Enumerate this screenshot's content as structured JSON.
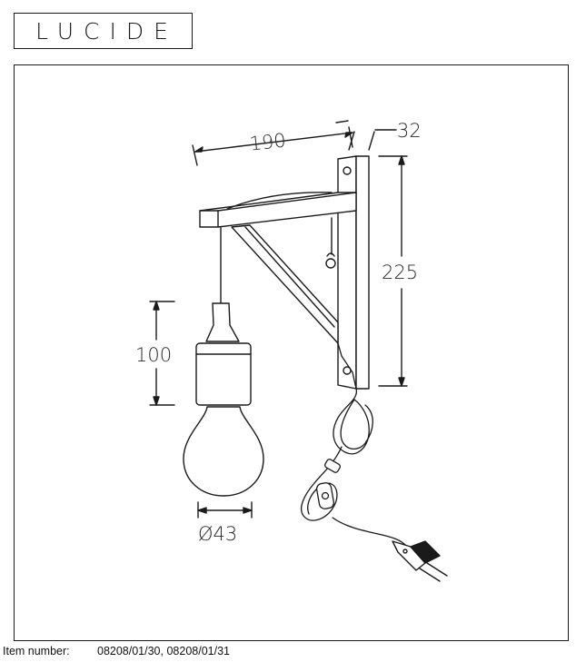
{
  "brand": {
    "logo_text": "LUCIDE"
  },
  "dimensions": {
    "width": "190",
    "depth": "32",
    "height": "225",
    "lamp_height": "100",
    "diameter": "Ø43"
  },
  "footer": {
    "item_label": "Item number:",
    "item_numbers": "08208/01/30, 08208/01/31"
  }
}
